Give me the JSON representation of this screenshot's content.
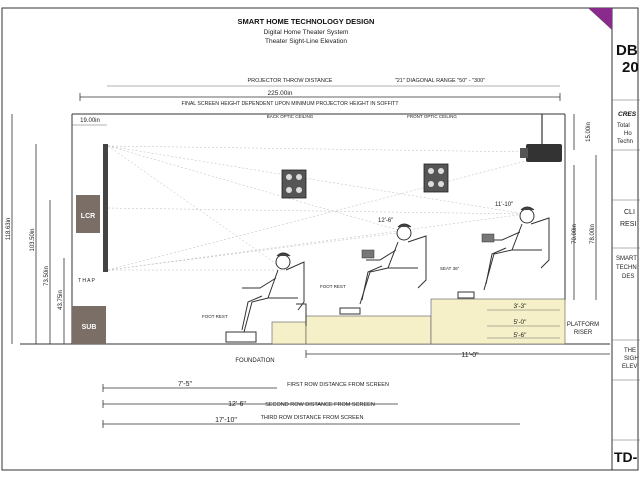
{
  "sheet": {
    "title": "SMART HOME TECHNOLOGY DESIGN",
    "subtitle1": "Digital Home Theater System",
    "subtitle2": "Theater Sight-Line Elevation"
  },
  "dimensions": {
    "projector_throw": "PROJECTOR THROW DISTANCE",
    "diagonal_range": "\"21\" DIAGONAL RANGE \"50\" - \"300\"",
    "total_width": "225.00in",
    "final_screen_note": "FINAL SCREEN HEIGHT DEPENDENT UPON MINIMUM PROJECTOR HEIGHT IN SOFFITT",
    "screen_gap": "19.00in",
    "overall_height": "118.63in",
    "height_2": "103.50in",
    "height_3": "73.50in",
    "height_4": "43.75in",
    "proj_drop": "15.00in",
    "right_h1": "70.00in",
    "right_h2": "78.00in",
    "eye_1": "12'-6\"",
    "eye_2": "11'-10\"",
    "riser_1": "3'-3\"",
    "riser_2": "5'-0\"",
    "riser_3": "5'-6\"",
    "floor_span": "11'-0\"",
    "row1_dist": "7'-5\"",
    "row2_dist": "12'-6\"",
    "row3_dist": "17'-10\""
  },
  "labels": {
    "ceiling_1": "BACK OPTIC CEILING",
    "ceiling_2": "FRONT OPTIC CEILING",
    "lcr": "LCR",
    "sub": "SUB",
    "thap": "T H A P",
    "foundation": "FOUNDATION",
    "platform_riser_1": "PLATFORM",
    "platform_riser_2": "RISER",
    "foot_rest_1": "FOOT REST",
    "foot_rest_2": "FOOT REST",
    "seat_note": "SEAT 36\"",
    "first_row": "FIRST ROW DISTANCE FROM SCREEN",
    "second_row": "SECOND ROW DISTANCE FROM SCREEN",
    "third_row": "THIRD ROW DISTANCE FROM SCREEN"
  },
  "title_block": {
    "code_1": "DB",
    "code_2": "20",
    "company": "CRES",
    "company_sub": [
      "Total",
      "Ho",
      "Techn"
    ],
    "client_1": "CLI",
    "client_2": "RESI",
    "project": [
      "SMART",
      "TECHN",
      "DES"
    ],
    "drawing": [
      "THE",
      "SIGH",
      "ELEV"
    ],
    "sheet_no": "TD-"
  },
  "colors": {
    "riser_fill": "#f6f0c8",
    "speaker_fill": "#7a6e66",
    "corner_accent": "#8a2a8c"
  },
  "icons": [
    "speaker-icon",
    "projector-icon",
    "seated-person-icon",
    "laptop-icon"
  ]
}
